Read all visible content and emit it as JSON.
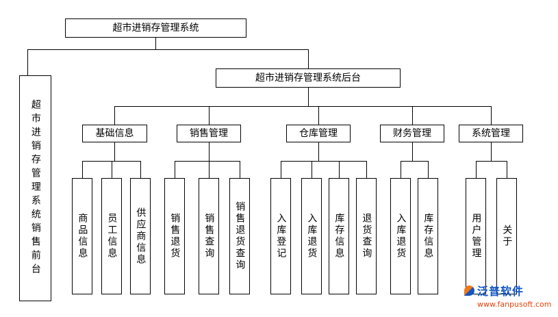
{
  "root": {
    "label": "超市进销存管理系统"
  },
  "frontend": {
    "label": "超市进销存管理系统销售前台"
  },
  "backend": {
    "label": "超市进销存管理系统后台"
  },
  "groups": [
    {
      "label": "基础信息",
      "children": [
        {
          "label": "商品信息"
        },
        {
          "label": "员工信息"
        },
        {
          "label": "供应商信息"
        }
      ]
    },
    {
      "label": "销售管理",
      "children": [
        {
          "label": "销售退货"
        },
        {
          "label": "销售查询"
        },
        {
          "label": "销售退货查询"
        }
      ]
    },
    {
      "label": "仓库管理",
      "children": [
        {
          "label": "入库登记"
        },
        {
          "label": "入库退货"
        },
        {
          "label": "库存信息"
        },
        {
          "label": "退货查询"
        }
      ]
    },
    {
      "label": "财务管理",
      "children": [
        {
          "label": "入库退货"
        },
        {
          "label": "库存信息"
        }
      ]
    },
    {
      "label": "系统管理",
      "children": [
        {
          "label": "用户管理"
        },
        {
          "label": "关于"
        }
      ]
    }
  ],
  "logo": {
    "brand": "泛普软件",
    "url": "www.fanpusoft.com"
  },
  "colors": {
    "line": "#000000",
    "box_border": "#000000",
    "brand_blue": "#1256c4",
    "url_orange": "#e8420c"
  }
}
